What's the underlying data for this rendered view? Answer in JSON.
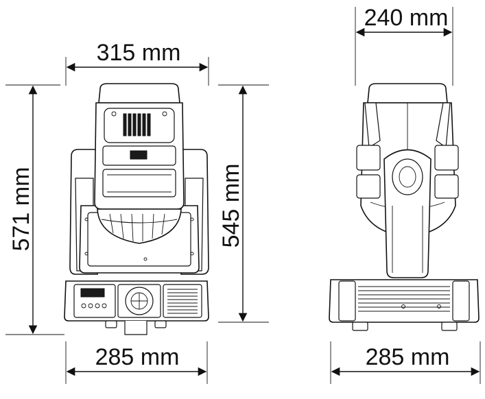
{
  "dimensions": {
    "front_top_width": "315 mm",
    "front_total_height": "571 mm",
    "front_body_height": "545 mm",
    "front_base_width": "285 mm",
    "side_head_width": "240 mm",
    "side_base_width": "285 mm"
  }
}
